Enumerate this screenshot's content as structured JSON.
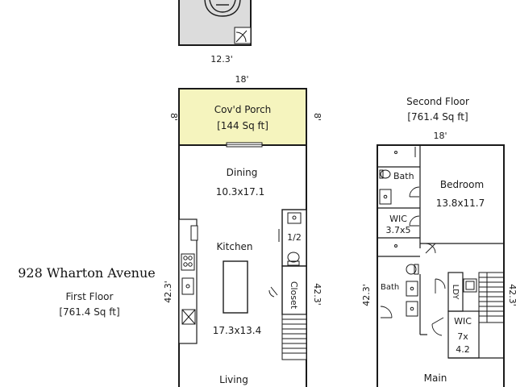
{
  "address": "928 Wharton Avenue",
  "first_floor": {
    "title": "First Floor",
    "area": "[761.4 Sq ft]",
    "garage_dim": "12.3'",
    "width_dim": "18'",
    "porch_side_left": "8'",
    "porch_side_right": "8'",
    "length_left": "42.3'",
    "length_right": "42.3'",
    "rooms": {
      "porch_name": "Cov'd Porch",
      "porch_area": "[144 Sq ft]",
      "dining_name": "Dining",
      "dining_dim": "10.3x17.1",
      "kitchen_name": "Kitchen",
      "kitchen_dim": "17.3x13.4",
      "half_bath": "1/2",
      "closet": "Closet",
      "living_name": "Living"
    }
  },
  "second_floor": {
    "title": "Second Floor",
    "area": "[761.4 Sq ft]",
    "width_dim": "18'",
    "length_left": "42.3'",
    "length_right": "42.3'",
    "rooms": {
      "bath_top": "Bath",
      "bedroom_name": "Bedroom",
      "bedroom_dim": "13.8x11.7",
      "wic_name": "WIC",
      "wic_dim": "3.7x5",
      "bath_mid": "Bath",
      "laundry": "LDY",
      "wic2_name": "WIC",
      "wic2_dim_a": "7x",
      "wic2_dim_b": "4.2",
      "main_name": "Main"
    }
  },
  "colors": {
    "porch_fill": "#f5f4be",
    "garage_fill": "#dcdcdc",
    "wall": "#1a1a1a"
  }
}
